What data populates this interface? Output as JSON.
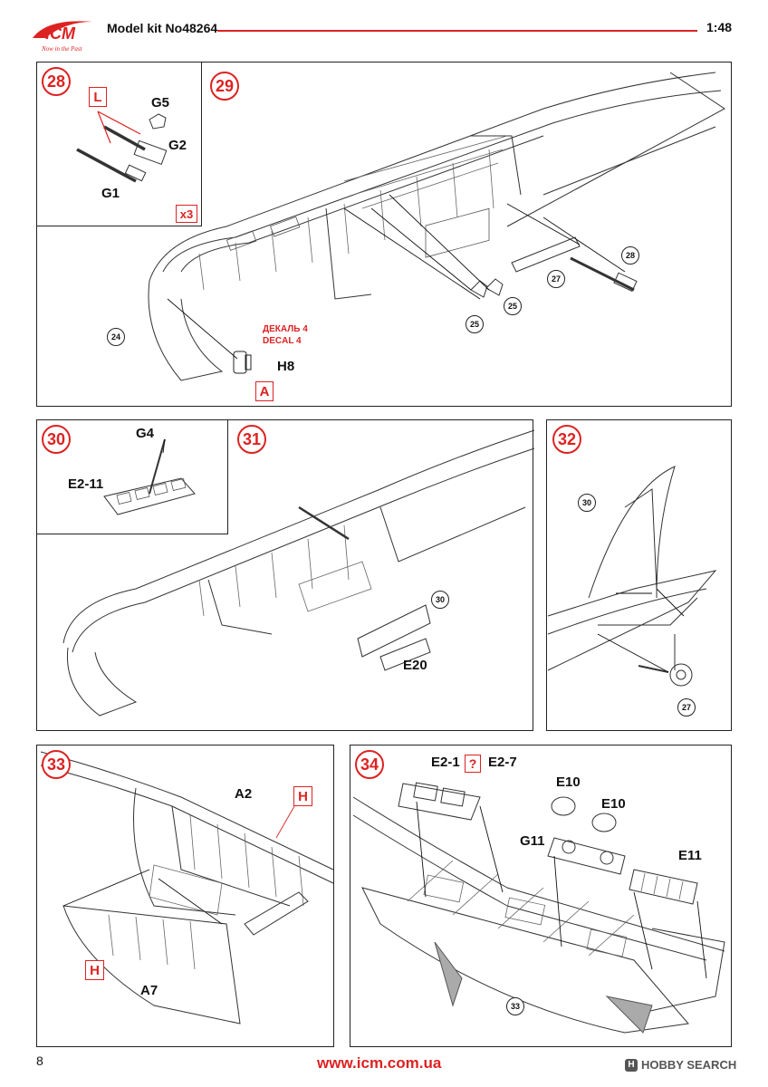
{
  "header": {
    "brand": "ICM",
    "tagline": "Now in the Past",
    "model_kit": "Model kit No48264",
    "scale": "1:48"
  },
  "footer": {
    "page_number": "8",
    "website": "www.icm.com.ua",
    "watermark": "HOBBY SEARCH"
  },
  "steps": {
    "s28": {
      "number": "28",
      "marker": "L",
      "parts": [
        "G5",
        "G2",
        "G1"
      ],
      "multiplier": "x3"
    },
    "s29": {
      "number": "29",
      "refs": [
        "24",
        "25",
        "25",
        "27",
        "28"
      ],
      "decal_ru": "ДЕКАЛЬ 4",
      "decal_en": "DECAL 4",
      "part": "H8",
      "marker": "A"
    },
    "s30": {
      "number": "30",
      "parts": [
        "G4",
        "E2-11"
      ]
    },
    "s31": {
      "number": "31",
      "ref": "30",
      "part": "E20"
    },
    "s32": {
      "number": "32",
      "refs": [
        "30",
        "27"
      ]
    },
    "s33": {
      "number": "33",
      "parts": [
        "A2",
        "A7"
      ],
      "markers": [
        "H",
        "H"
      ]
    },
    "s34": {
      "number": "34",
      "part_a": "E2-1",
      "choice": "?",
      "part_b": "E2-7",
      "parts": [
        "E10",
        "E10",
        "G11",
        "E11"
      ],
      "ref": "33"
    }
  }
}
